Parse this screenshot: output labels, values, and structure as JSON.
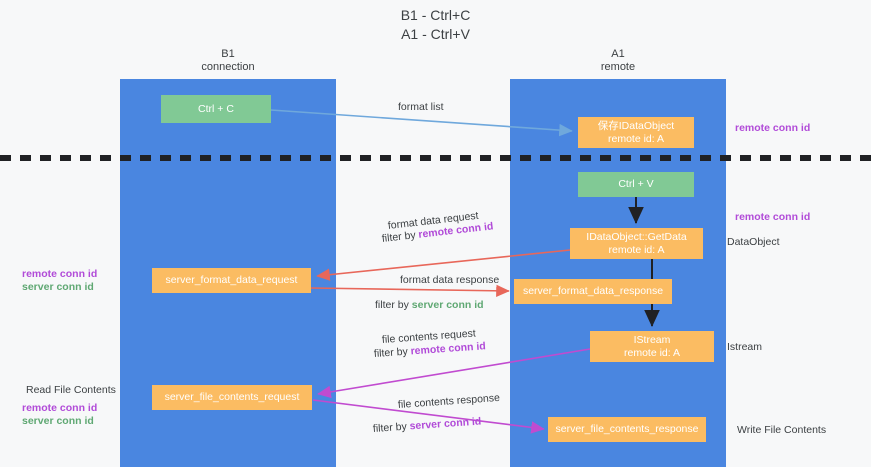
{
  "title": {
    "line1": "B1 - Ctrl+C",
    "line2": "A1 - Ctrl+V"
  },
  "lanes": [
    {
      "id": "b1",
      "name": "B1",
      "subtitle": "connection",
      "color": "#4a86e0"
    },
    {
      "id": "a1",
      "name": "A1",
      "subtitle": "remote",
      "color": "#4a86e0"
    }
  ],
  "colors": {
    "lane": "#4a86e0",
    "green_node": "#81c995",
    "orange_node": "#fbbc62",
    "remote_conn_id": "#b14bd8",
    "server_conn_id": "#5fa873",
    "arrow_blue": "#6fa8dc",
    "arrow_red": "#e8675a",
    "arrow_magenta": "#c14bd0",
    "arrow_black": "#202124",
    "separator": "#202124",
    "text": "#3c4043",
    "background": "#f7f8f9"
  },
  "nodes": {
    "ctrl_c": {
      "line1": "Ctrl + C",
      "style": "green",
      "lane": "b1"
    },
    "save_dataobject": {
      "line1": "保存IDataObject",
      "line2": "remote id: A",
      "style": "orange",
      "lane": "a1"
    },
    "ctrl_v": {
      "line1": "Ctrl + V",
      "style": "green",
      "lane": "a1"
    },
    "getdata": {
      "line1": "IDataObject::GetData",
      "line2": "remote id: A",
      "style": "orange",
      "lane": "a1"
    },
    "server_format_data_request": {
      "line1": "server_format_data_request",
      "style": "orange",
      "lane": "b1"
    },
    "server_format_data_response": {
      "line1": "server_format_data_response",
      "style": "orange",
      "lane": "a1"
    },
    "istream": {
      "line1": "IStream",
      "line2": "remote id: A",
      "style": "orange",
      "lane": "a1"
    },
    "server_file_contents_request": {
      "line1": "server_file_contents_request",
      "style": "orange",
      "lane": "b1"
    },
    "server_file_contents_response": {
      "line1": "server_file_contents_response",
      "style": "orange",
      "lane": "a1"
    }
  },
  "edge_labels": {
    "format_list": "format list",
    "format_data_request": "format data request",
    "format_data_request_filter_prefix": "filter by ",
    "format_data_request_filter_key": "remote conn id",
    "format_data_response": "format data response",
    "format_data_response_filter_prefix": "filter by ",
    "format_data_response_filter_key": "server conn id",
    "file_contents_request": "file contents request",
    "file_contents_request_filter_prefix": "filter by ",
    "file_contents_request_filter_key": "remote conn id",
    "file_contents_response": "file contents response",
    "file_contents_response_filter_prefix": "filter by ",
    "file_contents_response_filter_key": "server conn id"
  },
  "annotations": {
    "right_remote_conn_id_top": "remote conn id",
    "right_remote_conn_id_mid": "remote conn id",
    "right_dataobject": "DataObject",
    "right_istream": "Istream",
    "right_write_file_contents": "Write File Contents",
    "left_remote_conn_id_mid": "remote conn id",
    "left_server_conn_id_mid": "server conn id",
    "left_read_file_contents": "Read File Contents",
    "left_remote_conn_id_bottom": "remote conn id",
    "left_server_conn_id_bottom": "server conn id"
  }
}
